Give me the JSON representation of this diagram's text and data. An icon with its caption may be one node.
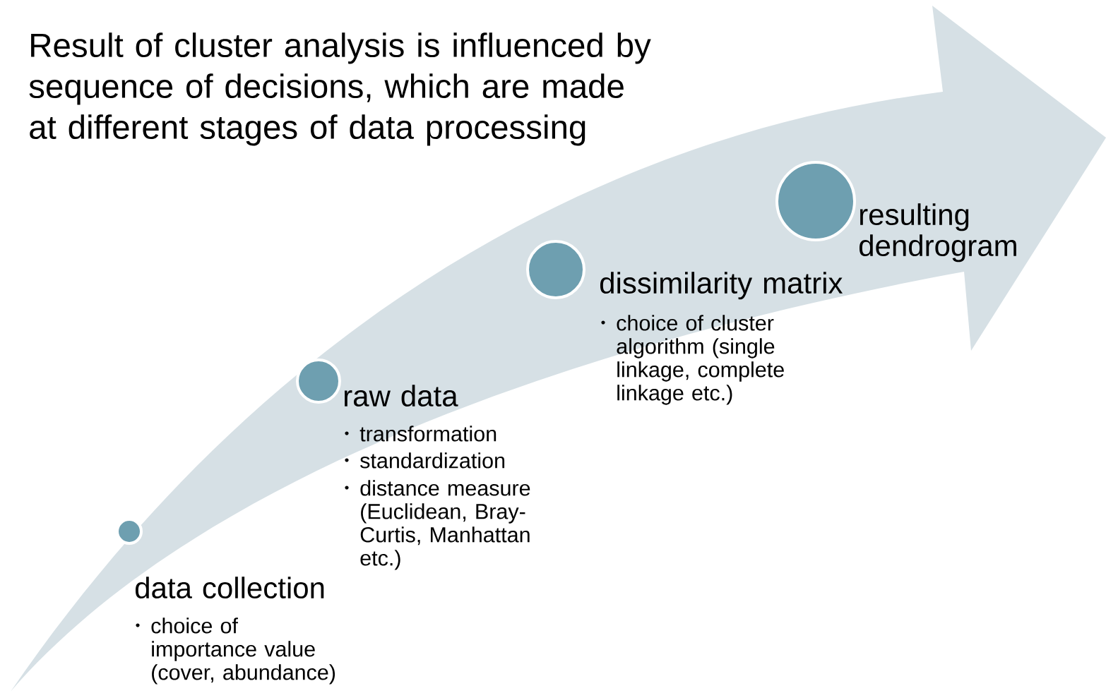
{
  "diagram": {
    "title": "Result of cluster analysis is influenced by sequence of decisions, which are made at different stages of data processing",
    "nodes": [
      {
        "text": [
          "data collection"
        ],
        "beside": [
          "choice of importance value (cover, abundance)"
        ]
      },
      {
        "text": [
          "raw data"
        ],
        "beside": [
          "transformation",
          "standardization",
          "distance measure (Euclidean, Bray-Curtis, Manhattan etc.)"
        ]
      },
      {
        "text": [
          "dissimilarity matrix"
        ],
        "beside": [
          "choice of cluster algorithm (single linkage, complete linkage etc.)"
        ]
      },
      {
        "text": [
          "resulting dendrogram"
        ]
      }
    ]
  }
}
